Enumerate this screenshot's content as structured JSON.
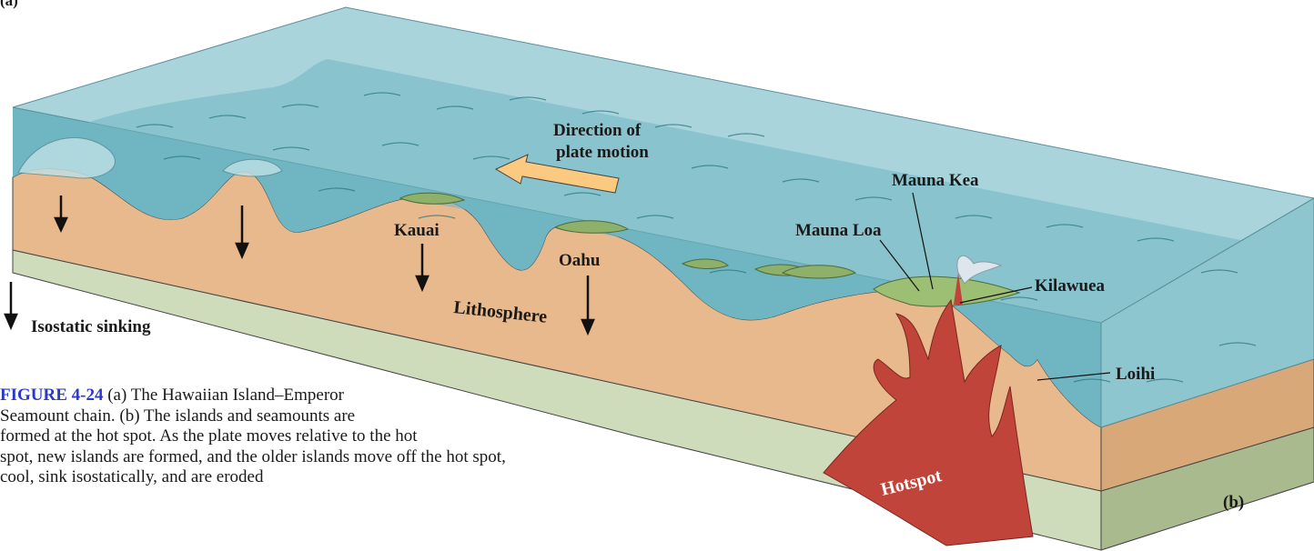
{
  "panel_label_a": "(a)",
  "panel_label_b": "(b)",
  "labels": {
    "direction": [
      "Direction of",
      "plate motion"
    ],
    "mauna_kea": "Mauna Kea",
    "mauna_loa": "Mauna Loa",
    "kilauea": "Kilawuea",
    "kauai": "Kauai",
    "oahu": "Oahu",
    "lithosphere": "Lithosphere",
    "loihi": "Loihi",
    "hotspot": "Hotspot",
    "legend": "Isostatic sinking"
  },
  "caption": {
    "figure": "FIGURE 4-24",
    "lines": [
      " (a) The Hawaiian Island–Emperor",
      "Seamount chain. (b) The islands and seamounts are",
      "formed at the hot spot. As the plate moves relative to the hot",
      "spot, new islands are formed, and the older islands move off the hot spot,",
      "cool, sink isostatically, and are eroded"
    ]
  },
  "colors": {
    "water_top": "#a9d4dc",
    "water_body": "#6fb6c2",
    "water_side": "#8ec6cf",
    "lithosphere": "#e8b98c",
    "mantle": "#cfdcbc",
    "hotspot": "#c0443a",
    "arrow_fill": "#fcc980",
    "island_green": "#8fb06a",
    "caption_accent": "#2b38c9"
  }
}
